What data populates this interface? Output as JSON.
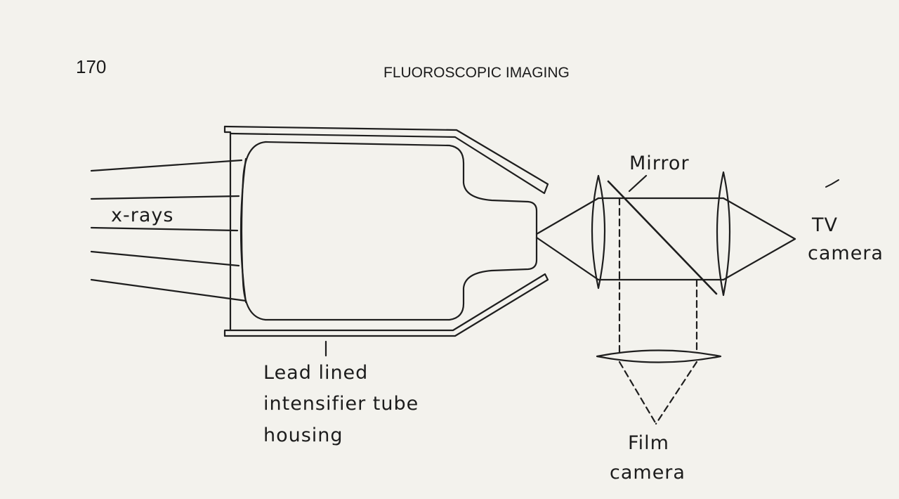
{
  "header": {
    "page_number": "170",
    "running_head": "FLUOROSCOPIC IMAGING"
  },
  "diagram": {
    "labels": {
      "xrays": "x-rays",
      "mirror": "Mirror",
      "tv_camera_line1": "TV",
      "tv_camera_line2": "camera",
      "housing_line1": "Lead lined",
      "housing_line2": "intensifier tube",
      "housing_line3": "housing",
      "film_camera_line1": "Film",
      "film_camera_line2": "camera"
    }
  }
}
